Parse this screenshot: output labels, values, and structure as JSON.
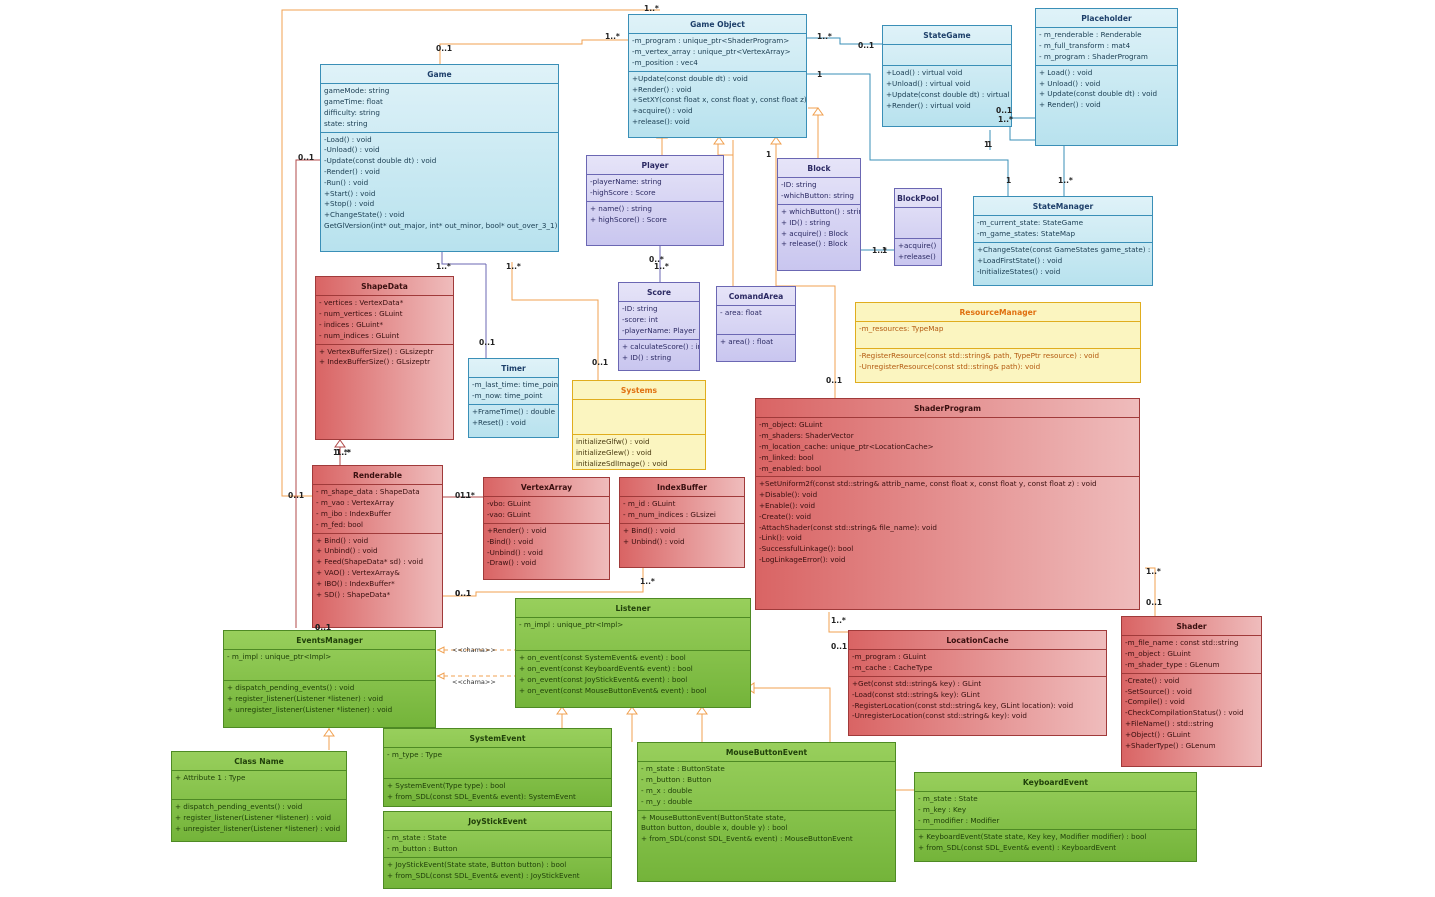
{
  "classes": {
    "game_object": {
      "name": "Game Object",
      "attributes": [
        "-m_program : unique_ptr<ShaderProgram>",
        "-m_vertex_array : unique_ptr<VertexArray>",
        "-m_position : vec4"
      ],
      "operations": [
        "+Update(const double dt) : void",
        "+Render() : void",
        "+SetXY(const float x, const float y, const float z) : void",
        "+acquire() : void",
        "+release(): void"
      ]
    },
    "state_game": {
      "name": "StateGame",
      "attributes": [],
      "operations": [
        "+Load() : virtual void",
        "+Unload() : virtual void",
        "+Update(const double dt) : virtual void",
        "+Render() : virtual void"
      ]
    },
    "placeholder": {
      "name": "Placeholder",
      "attributes": [
        "- m_renderable : Renderable",
        "- m_full_transform : mat4",
        "- m_program : ShaderProgram"
      ],
      "operations": [
        "+ Load() : void",
        "+ Unload() : void",
        "+ Update(const double dt) : void",
        "+ Render() : void"
      ]
    },
    "game": {
      "name": "Game",
      "attributes": [
        "gameMode: string",
        "gameTime: float",
        "difficulty: string",
        "state: string"
      ],
      "operations": [
        "-Load() : void",
        "-Unload() : void",
        "-Update(const double dt) : void",
        "-Render() : void",
        "-Run() : void",
        "+Start() : void",
        "+Stop() : void",
        "+ChangeState() : void",
        "GetGlVersion(int* out_major, int* out_minor, bool* out_over_3_1) : void"
      ]
    },
    "player": {
      "name": "Player",
      "attributes": [
        "-playerName: string",
        "-highScore : Score"
      ],
      "operations": [
        "+ name() : string",
        "+ highScore() : Score"
      ]
    },
    "block": {
      "name": "Block",
      "attributes": [
        "-ID: string",
        "-whichButton: string"
      ],
      "operations": [
        "+ whichButton() : string",
        "+ ID() : string",
        "+ acquire() : Block",
        "+ release() : Block"
      ]
    },
    "block_pool": {
      "name": "BlockPool",
      "attributes": [],
      "operations": [
        "+acquire()",
        "+release()"
      ]
    },
    "state_manager": {
      "name": "StateManager",
      "attributes": [
        "-m_current_state: StateGame",
        "-m_game_states: StateMap"
      ],
      "operations": [
        "+ChangeState(const GameStates game_state) : void",
        "+LoadFirstState() : void",
        "-InitializeStates() : void"
      ]
    },
    "shape_data": {
      "name": "ShapeData",
      "attributes": [
        "- vertices : VertexData*",
        "- num_vertices : GLuint",
        "- indices : GLuint*",
        "- num_indices : GLuint"
      ],
      "operations": [
        "+ VertexBufferSize() : GLsizeptr",
        "+ IndexBufferSize() : GLsizeptr"
      ]
    },
    "score": {
      "name": "Score",
      "attributes": [
        "-ID: string",
        "-score: int",
        "-playerName: Player"
      ],
      "operations": [
        "+ calculateScore() : int",
        "+ ID() : string"
      ]
    },
    "comand_area": {
      "name": "ComandArea",
      "attributes": [
        "- area: float"
      ],
      "operations": [
        "+ area() : float"
      ]
    },
    "resource_manager": {
      "name": "ResourceManager",
      "attributes": [
        "-m_resources: TypeMap"
      ],
      "operations": [
        "-RegisterResource(const std::string& path, TypePtr resource) : void",
        "-UnregisterResource(const std::string& path): void"
      ]
    },
    "timer": {
      "name": "Timer",
      "attributes": [
        "-m_last_time: time_point",
        "-m_now: time_point"
      ],
      "operations": [
        "+FrameTime() : double",
        "+Reset() : void"
      ]
    },
    "systems": {
      "name": "Systems",
      "attributes": [],
      "operations": [
        "initializeGlfw() : void",
        "initializeGlew() : void",
        "initializeSdlImage() : void"
      ]
    },
    "shader_program": {
      "name": "ShaderProgram",
      "attributes": [
        "-m_object: GLuint",
        "-m_shaders: ShaderVector",
        "-m_location_cache: unique_ptr<LocationCache>",
        "-m_linked: bool",
        "-m_enabled: bool"
      ],
      "operations": [
        "+SetUniform2f(const std::string& attrib_name, const float x, const float y, const float z) : void",
        "+Disable(): void",
        "+Enable(): void",
        "-Create(): void",
        "-AttachShader(const std::string& file_name): void",
        "-Link(): void",
        "-SuccessfulLinkage(): bool",
        "-LogLinkageError(): void"
      ]
    },
    "renderable": {
      "name": "Renderable",
      "attributes": [
        "- m_shape_data : ShapeData",
        "- m_vao : VertexArray",
        "- m_ibo : IndexBuffer",
        "- m_fed: bool"
      ],
      "operations": [
        "+ Bind() : void",
        "+ Unbind() : void",
        "+ Feed(ShapeData* sd) : void",
        "+ VAO() : VertexArray&",
        "+ IBO() : IndexBuffer*",
        "+ SD() : ShapeData*"
      ]
    },
    "vertex_array": {
      "name": "VertexArray",
      "attributes": [
        "-vbo: GLuint",
        "-vao: GLuint"
      ],
      "operations": [
        "+Render() : void",
        "-Bind() : void",
        "-Unbind() : void",
        "-Draw() : void"
      ]
    },
    "index_buffer": {
      "name": "IndexBuffer",
      "attributes": [
        "- m_id : GLuint",
        "- m_num_indices : GLsizei"
      ],
      "operations": [
        "+ Bind() : void",
        "+ Unbind() : void"
      ]
    },
    "listener": {
      "name": "Listener",
      "attributes": [
        "- m_impl : unique_ptr<Impl>"
      ],
      "operations": [
        "+ on_event(const SystemEvent& event) : bool",
        "+ on_event(const KeyboardEvent& event) : bool",
        "+ on_event(const JoyStickEvent& event) : bool",
        "+ on_event(const MouseButtonEvent& event) : bool"
      ]
    },
    "events_manager": {
      "name": "EventsManager",
      "attributes": [
        "- m_impl : unique_ptr<Impl>"
      ],
      "operations": [
        "+ dispatch_pending_events() : void",
        "+ register_listener(Listener *listener) : void",
        "+ unregister_listener(Listener *listener) : void"
      ]
    },
    "location_cache": {
      "name": "LocationCache",
      "attributes": [
        "-m_program : GLuint",
        "-m_cache : CacheType"
      ],
      "operations": [
        "+Get(const std::string& key) : GLint",
        "-Load(const std::string& key): GLint",
        "-RegisterLocation(const std::string& key, GLint location): void",
        "-UnregisterLocation(const std::string& key): void"
      ]
    },
    "shader": {
      "name": "Shader",
      "attributes": [
        "-m_file_name : const std::string",
        "-m_object : GLuint",
        "-m_shader_type : GLenum"
      ],
      "operations": [
        "-Create() : void",
        "-SetSource() : void",
        "-Compile() : void",
        "-CheckCompilationStatus() : void",
        "+FileName() : std::string",
        "+Object() : GLuint",
        "+ShaderType() : GLenum"
      ]
    },
    "class_name": {
      "name": "Class Name",
      "attributes": [
        "+ Attribute 1 : Type"
      ],
      "operations": [
        "+ dispatch_pending_events() : void",
        "+ register_listener(Listener *listener) : void",
        "+ unregister_listener(Listener *listener) : void"
      ]
    },
    "system_event": {
      "name": "SystemEvent",
      "attributes": [
        "- m_type : Type"
      ],
      "operations": [
        "+ SystemEvent(Type type) : bool",
        "+ from_SDL(const SDL_Event& event): SystemEvent"
      ]
    },
    "mouse_button_event": {
      "name": "MouseButtonEvent",
      "attributes": [
        "- m_state : ButtonState",
        "- m_button : Button",
        "- m_x : double",
        "- m_y : double"
      ],
      "operations": [
        "+ MouseButtonEvent(ButtonState state, Button button, double x, double y) : bool",
        "+ from_SDL(const SDL_Event& event) : MouseButtonEvent"
      ]
    },
    "keyboard_event": {
      "name": "KeyboardEvent",
      "attributes": [
        "- m_state : State",
        "- m_key : Key",
        "- m_modifier : Modifier"
      ],
      "operations": [
        "+ KeyboardEvent(State state, Key key, Modifier modifier) : bool",
        "+ from_SDL(const SDL_Event& event) : KeyboardEvent"
      ]
    },
    "joystick_event": {
      "name": "JoyStickEvent",
      "attributes": [
        "- m_state : State",
        "- m_button : Button"
      ],
      "operations": [
        "+ JoyStickEvent(State state, Button button) : bool",
        "+ from_SDL(const SDL_Event& event) : JoyStickEvent"
      ]
    }
  },
  "multiplicities": [
    "1..*",
    "0..1",
    "1..*",
    "1..*",
    "0..1",
    "1",
    "0..1",
    "1..*",
    "0..1",
    "1",
    "1",
    "1..*",
    "1",
    "1..*",
    "0..*",
    "1..*",
    "1..*",
    "1..*",
    "0..1",
    "0..1",
    "0..1",
    "1..*",
    "1..*",
    "0..1",
    "0..1",
    "1..*",
    "1..*",
    "0..1",
    "0..1",
    "0..1",
    "1..*",
    "0..1",
    "1",
    "1",
    "1..*",
    "0..1",
    "1..*",
    "0..1"
  ],
  "stereotypes": [
    "<<chama>>",
    "<<chama>>"
  ],
  "colors": {
    "blue": "#3a8fb7",
    "purple": "#6b67b3",
    "red": "#a03a3a",
    "yellow": "#e0ad1e",
    "green": "#4e8a24",
    "orange_line": "#f0a060"
  }
}
